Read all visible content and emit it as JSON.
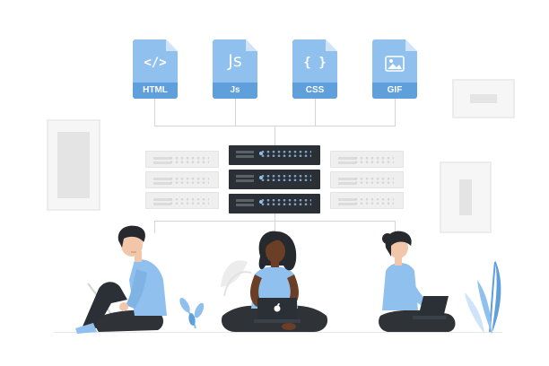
{
  "files": [
    {
      "label": "HTML",
      "glyph": "</>",
      "icon": "html-file-icon"
    },
    {
      "label": "Js",
      "glyph": "Js",
      "icon": "js-file-icon"
    },
    {
      "label": "CSS",
      "glyph": "{ }",
      "icon": "css-file-icon"
    },
    {
      "label": "GIF",
      "glyph": "",
      "icon": "gif-file-icon"
    }
  ],
  "colors": {
    "accent_light": "#8fc0ee",
    "accent_dark": "#5f9fdc",
    "server_dark": "#2b3036",
    "skin_dark": "#6b3e26",
    "pants_dark": "#2f3337",
    "hair_dark": "#262a2e"
  },
  "scene": {
    "people": [
      "man-with-laptop",
      "woman-with-laptop-center",
      "woman-with-laptop-right"
    ],
    "objects": [
      "server-rack",
      "wall-frame-left",
      "wall-frame-right",
      "plant-left",
      "plant-right"
    ]
  }
}
